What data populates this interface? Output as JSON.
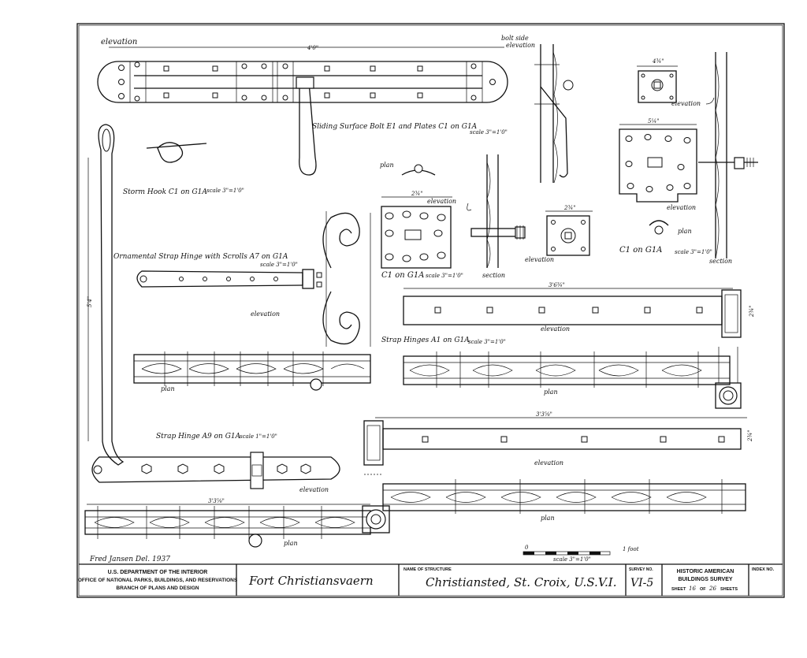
{
  "labels": {
    "bolt_elevation": "elevation",
    "bolt_width": "4'0\"",
    "bolt_side_elev_1": "bolt side",
    "bolt_side_elev_2": "elevation",
    "sliding_bolt_title": "Sliding Surface Bolt E1 and Plates C1 on G1A",
    "sliding_bolt_scale": "scale 3\"=1'0\"",
    "storm_hook_title": "Storm Hook C1 on G1A",
    "storm_hook_scale": "scale 3\"=1'0\"",
    "ornamental_title": "Ornamental Strap Hinge with Scrolls A7 on G1A",
    "ornamental_scale": "scale 3\"=1'0\"",
    "ornamental_elevation": "elevation",
    "ornamental_plan": "plan",
    "plate_plan": "plan",
    "plate_elevation": "elevation",
    "plate_dim": "2¾\"",
    "plate_c1": "C1 on G1A",
    "plate_scale": "scale 3\"=1'0\"",
    "section": "section",
    "small_plate_dim": "2¾\"",
    "right_plate_dim_top": "4¾\"",
    "right_plate_dim": "5¼\"",
    "right_elevation": "elevation",
    "right_plan": "plan",
    "right_c1": "C1 on G1A",
    "right_scale": "scale 3\"=1'0\"",
    "right_section": "section",
    "strap_a1_dim": "3'6¾\"",
    "strap_a1_elevation": "elevation",
    "strap_a1_title": "Strap Hinges A1 on G1A",
    "strap_a1_scale": "scale 3\"=1'0\"",
    "strap_a1_plan": "plan",
    "strap_a9_title": "Strap Hinge A9 on G1A",
    "strap_a9_scale": "scale 1\"=1'0\"",
    "strap_a9_elevation": "elevation",
    "strap_a9_plan": "plan",
    "lower_strap_dim": "3'3⅝\"",
    "lower_strap_elevation": "elevation",
    "lower_strap_plan": "plan",
    "hook_length": "5'4\"",
    "scale_bar_zero": "0",
    "scale_bar_foot": "1 foot",
    "scale_bar_label": "scale 3\"=1'0\"",
    "delineator": "Fred Jansen Del. 1937"
  },
  "title_block": {
    "agency_line1": "U.S. DEPARTMENT OF THE INTERIOR",
    "agency_line2": "OFFICE OF NATIONAL PARKS, BUILDINGS, AND RESERVATIONS",
    "agency_line3": "BRANCH OF PLANS AND DESIGN",
    "structure_name": "Fort Christiansvaern",
    "name_of_structure_label": "NAME OF STRUCTURE",
    "location": "Christiansted, St. Croix, U.S.V.I.",
    "survey_no_label": "SURVEY NO.",
    "survey_no": "VI-5",
    "habs_line1": "HISTORIC AMERICAN",
    "habs_line2": "BUILDINGS SURVEY",
    "sheet_label": "SHEET",
    "sheet_no": "16",
    "of_label": "OF",
    "sheet_total": "26",
    "sheets_label": "SHEETS",
    "index_no_label": "INDEX NO."
  }
}
